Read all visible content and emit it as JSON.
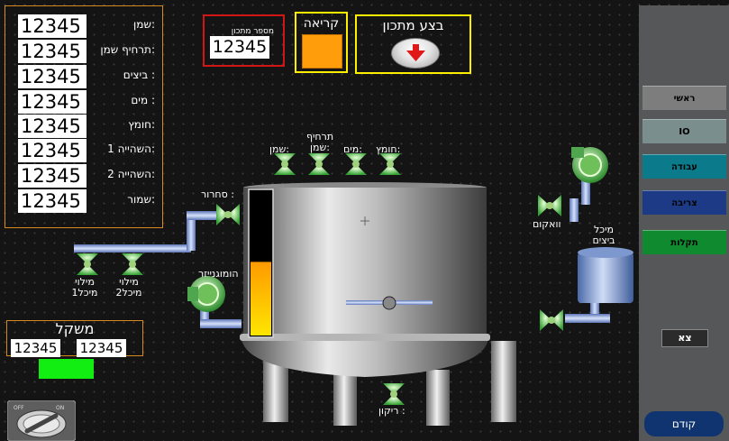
{
  "ingredients": [
    {
      "label": "שמן:",
      "value": "12345"
    },
    {
      "label": "תרחיף שמן:",
      "value": "12345"
    },
    {
      "label": "ביצים :",
      "value": "12345"
    },
    {
      "label": "מים :",
      "value": "12345"
    },
    {
      "label": "חומץ:",
      "value": "12345"
    },
    {
      "label": "השהייה 1:",
      "value": "12345"
    },
    {
      "label": "השהייה 2:",
      "value": "12345"
    },
    {
      "label": "שמור:",
      "value": "12345"
    }
  ],
  "recipe": {
    "label": "מספר מתכון",
    "value": "12345"
  },
  "read": {
    "label": "קריאה"
  },
  "execute": {
    "label": "בצע מתכון"
  },
  "valves_top": [
    "שמן:",
    "תרחיף שמן:",
    "מים:",
    "חומץ:"
  ],
  "circulation_label": "סחרור :",
  "homogenizer_label": "הומוגנייזר",
  "vacuum_label": "וואקום",
  "eggs_tank_label": "מיכל ביצים",
  "fill_tank1_label": "מילוי מיכל1",
  "fill_tank2_label": "מילוי מיכל2",
  "drain_label": "ריקון :",
  "weight": {
    "title": "משקל",
    "value1": "12345",
    "value2": "12345"
  },
  "level_fraction": 0.51,
  "dial": {
    "off": "OFF",
    "on": "ON"
  },
  "nav": {
    "main": "ראשי",
    "io": "IO",
    "work": "עבודה",
    "baking": "צריבה",
    "faults": "תקלות",
    "exit": "צא",
    "back": "קודם"
  },
  "colors": {
    "panel_border": "#d8891e",
    "recipe_border": "#d21515",
    "highlight": "#ffee00",
    "read_button": "#ff9d0a",
    "status_on": "#12ee12",
    "nav_main": "#7d7d7d",
    "nav_io": "#7a8e8e",
    "nav_work": "#0b7a8a",
    "nav_baking": "#1c3a86",
    "nav_faults": "#0f8a2e"
  }
}
